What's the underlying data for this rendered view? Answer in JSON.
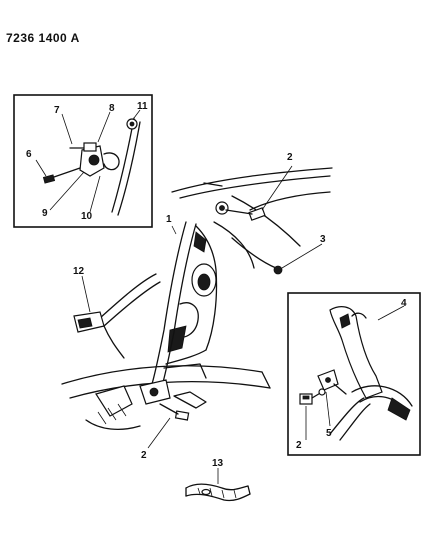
{
  "header": {
    "code": "7236 1400 A"
  },
  "callouts": {
    "c1": "1",
    "c2a": "2",
    "c2b": "2",
    "c2c": "2",
    "c3": "3",
    "c4": "4",
    "c5": "5",
    "c6": "6",
    "c7": "7",
    "c8": "8",
    "c9": "9",
    "c10": "10",
    "c11": "11",
    "c12": "12",
    "c13": "13"
  }
}
